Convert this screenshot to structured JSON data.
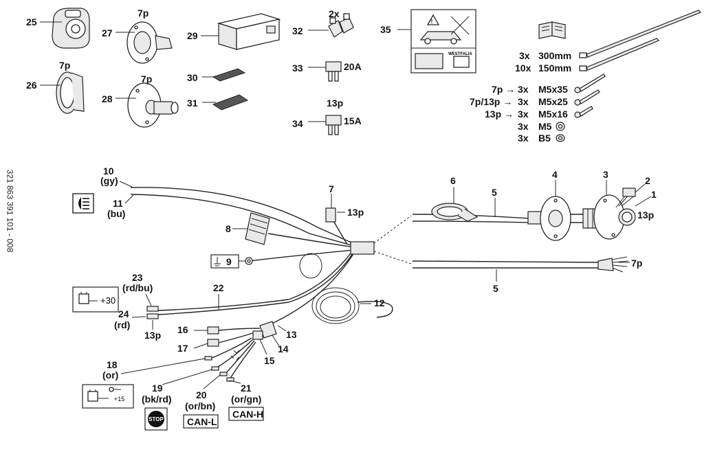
{
  "doc_code": "321 863 391 101 - 008",
  "parts_top": {
    "p25": "25",
    "p26": "26",
    "p26_pins": "7p",
    "p27": "27",
    "p27_pins": "7p",
    "p28": "28",
    "p28_pins": "7p",
    "p29": "29",
    "p30": "30",
    "p31": "31",
    "p32": "32",
    "p32_qty": "2x",
    "p33": "33",
    "p33_rating": "20A",
    "p34": "34",
    "p34_pins": "13p",
    "p34_rating": "15A",
    "p35": "35",
    "sticker_brand": "WESTFALIA"
  },
  "hardware": {
    "tie1_qty": "3x",
    "tie1_len": "300mm",
    "tie2_qty": "10x",
    "tie2_len": "150mm",
    "s1_pin": "7p →",
    "s1_qty": "3x",
    "s1_size": "M5x35",
    "s2_pin": "7p/13p →",
    "s2_qty": "3x",
    "s2_size": "M5x25",
    "s3_pin": "13p →",
    "s3_qty": "3x",
    "s3_size": "M5x16",
    "nut_qty": "3x",
    "nut_size": "M5",
    "washer_qty": "3x",
    "washer_size": "B5"
  },
  "harness": {
    "l1": "1",
    "l1_pins": "13p",
    "l2": "2",
    "l3": "3",
    "l4": "4",
    "l5a": "5",
    "l5b": "5",
    "l6": "6",
    "l7": "7",
    "l7_pins": "13p",
    "l8": "8",
    "l9": "9",
    "l10": "10",
    "l10_color": "(gy)",
    "l11": "11",
    "l11_color": "(bu)",
    "l12": "12",
    "l13": "13",
    "l14": "14",
    "l15": "15",
    "l16": "16",
    "l17": "17",
    "l18": "18",
    "l18_color": "(or)",
    "l19": "19",
    "l19_color": "(bk/rd)",
    "l20": "20",
    "l20_color": "(or/bn)",
    "l21": "21",
    "l21_color": "(or/gn)",
    "l22": "22",
    "l23": "23",
    "l23_color": "(rd/bu)",
    "l24": "24",
    "l24_color": "(rd)",
    "l24_pins": "13p",
    "cable7p": "7p",
    "term30": "+30",
    "term15": "+15",
    "stop": "STOP",
    "can_l": "CAN-L",
    "can_h": "CAN-H"
  }
}
